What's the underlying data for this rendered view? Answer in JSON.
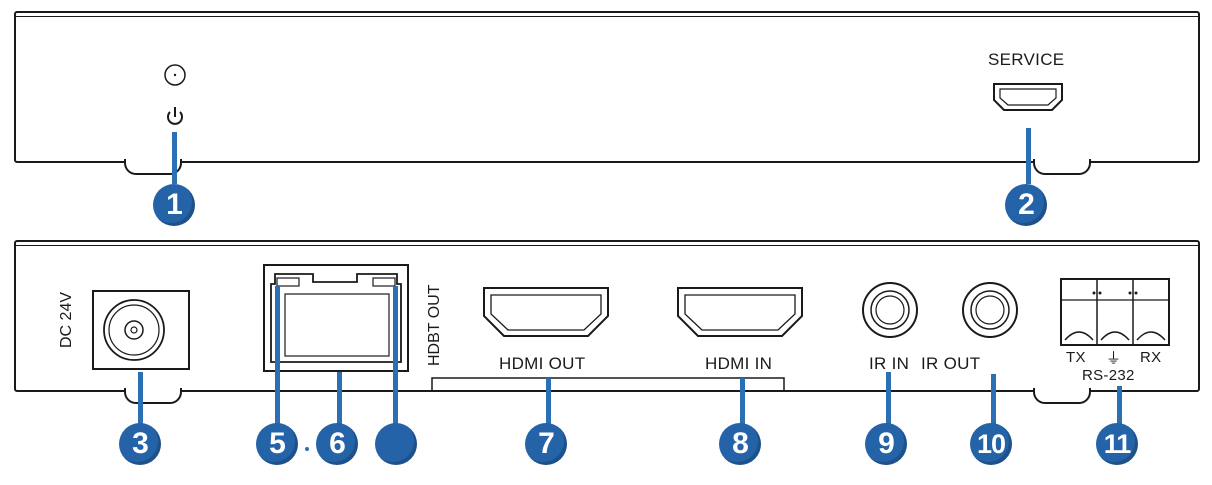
{
  "colors": {
    "callout_fill": "#2563a8",
    "callout_line": "#2b6fb4",
    "outline": "#1a1a1a"
  },
  "front_panel": {
    "service_label": "SERVICE",
    "power_icon": "power-icon",
    "led_icon": "led-indicator-icon"
  },
  "rear_panel": {
    "dc_label": "DC 24V",
    "hdbt_label": "HDBT OUT",
    "hdmi_out_label": "HDMI OUT",
    "hdmi_in_label": "HDMI IN",
    "ir_in_label": "IR IN",
    "ir_out_label": "IR OUT",
    "tx_label": "TX",
    "ground_symbol": "⏚",
    "rx_label": "RX",
    "rs232_label": "RS-232"
  },
  "callouts": {
    "c1": "1",
    "c2": "2",
    "c3": "3",
    "c5": "5",
    "c6": "6",
    "c7": "7",
    "c8": "8",
    "c9": "9",
    "c10": "10",
    "c11": "11"
  }
}
